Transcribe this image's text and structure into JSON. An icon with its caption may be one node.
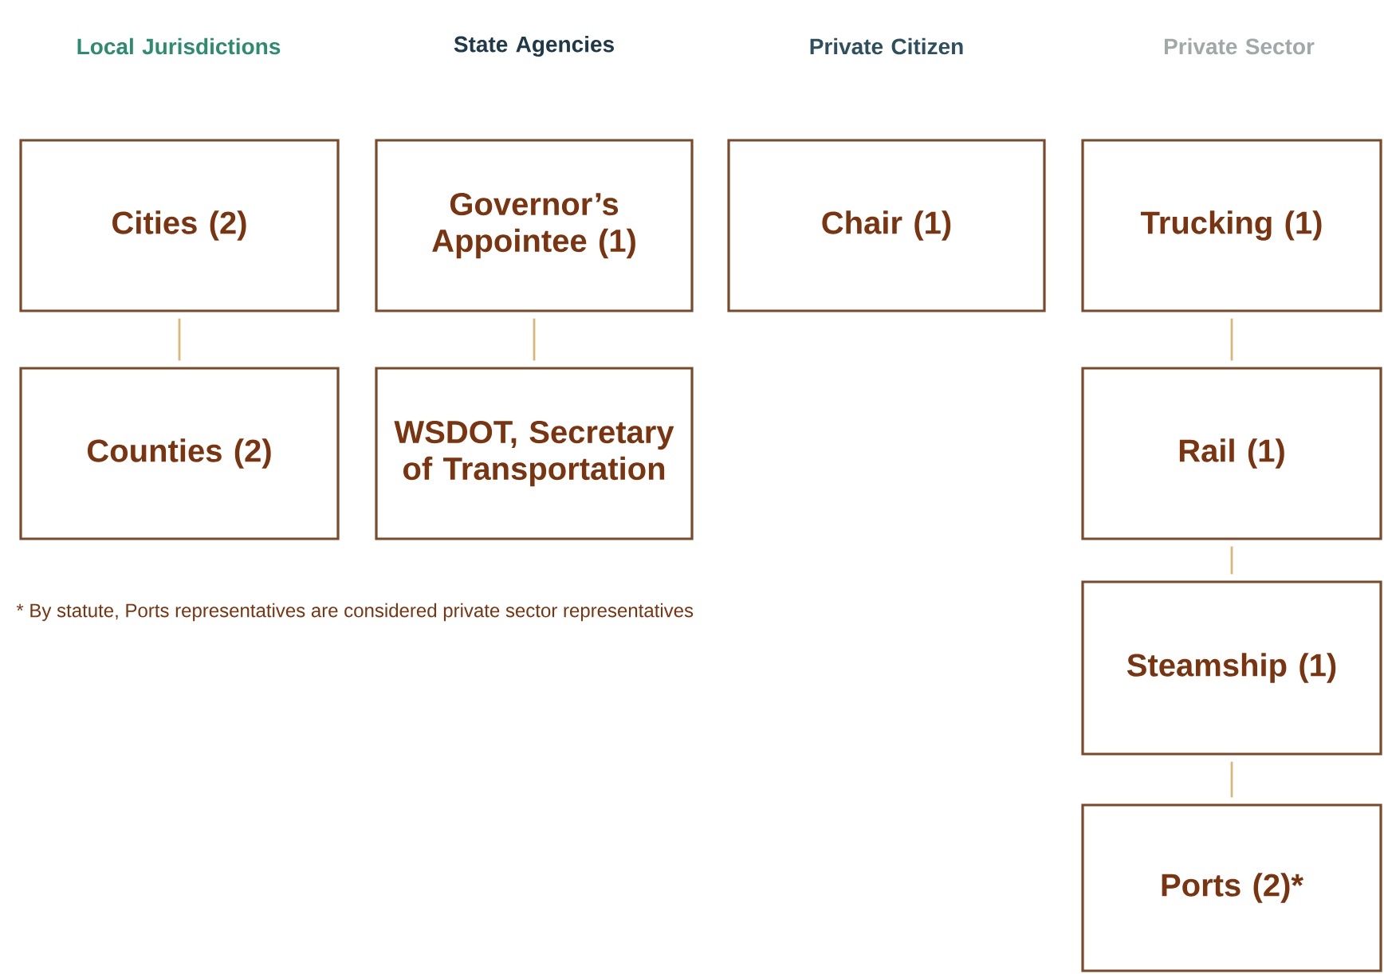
{
  "diagram": {
    "nodes": [
      {
        "text": [
          "Cities (2)"
        ]
      },
      {
        "text": [
          "Governor’s Appointee (1)"
        ]
      },
      {
        "text": [
          "Chair (1)"
        ]
      },
      {
        "text": [
          "Trucking (1)"
        ]
      },
      {
        "text": [
          "Counties (2)"
        ]
      },
      {
        "text": [
          "WSDOT, Secretary of Transportation"
        ]
      },
      {
        "text": [
          "Rail (1)"
        ]
      },
      {
        "text": [
          "Steamship (1)"
        ]
      },
      {
        "text": [
          "Ports (2)*"
        ]
      }
    ],
    "edges": [
      {
        "from": 0,
        "to": 4,
        "arrow": "none"
      },
      {
        "from": 1,
        "to": 5,
        "arrow": "none"
      },
      {
        "from": 3,
        "to": 6,
        "arrow": "none"
      },
      {
        "from": 6,
        "to": 7,
        "arrow": "none"
      },
      {
        "from": 7,
        "to": 8,
        "arrow": "none"
      }
    ],
    "labels": [
      "Local Jurisdictions",
      "State Agencies",
      "Private Citizen",
      "Private Sector",
      "* By statute, Ports representatives are considered private sector representatives"
    ]
  }
}
